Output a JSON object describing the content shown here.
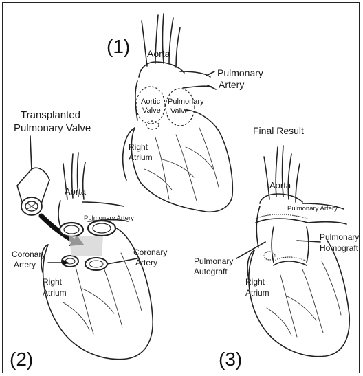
{
  "panels": {
    "p1": {
      "number": "(1)",
      "aorta": "Aorta",
      "pulmonary_artery_line1": "Pulmonary",
      "pulmonary_artery_line2": "Artery",
      "aortic_valve_line1": "Aortic",
      "aortic_valve_line2": "Valve",
      "pulmonary_valve_line1": "Pulmonary",
      "pulmonary_valve_line2": "Valve",
      "right_atrium_line1": "Right",
      "right_atrium_line2": "Atrium"
    },
    "p2": {
      "number": "(2)",
      "transplanted_line1": "Transplanted",
      "transplanted_line2": "Pulmonary Valve",
      "aorta": "Aorta",
      "pulmonary_artery": "Pulmonary Artery",
      "coronary_left_line1": "Coronary",
      "coronary_left_line2": "Artery",
      "coronary_right_line1": "Coronary",
      "coronary_right_line2": "Artery",
      "right_atrium_line1": "Right",
      "right_atrium_line2": "Atrium"
    },
    "p3": {
      "number": "(3)",
      "final_result": "Final Result",
      "aorta": "Aorta",
      "pulmonary_artery": "Pulmonary Artery",
      "pulmonary_homograft_line1": "Pulmonary",
      "pulmonary_homograft_line2": "Homograft",
      "pulmonary_autograft_line1": "Pulmonary",
      "pulmonary_autograft_line2": "Autograft",
      "right_atrium_line1": "Right",
      "right_atrium_line2": "Atrium"
    }
  }
}
